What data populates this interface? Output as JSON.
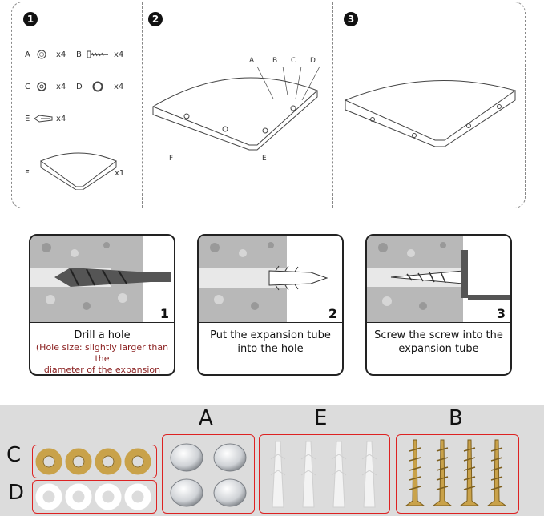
{
  "steps": {
    "step1_num": "1",
    "step2_num": "2",
    "step3_num": "3",
    "parts": [
      {
        "letter": "A",
        "qty": "x4"
      },
      {
        "letter": "B",
        "qty": "x4"
      },
      {
        "letter": "C",
        "qty": "x4"
      },
      {
        "letter": "D",
        "qty": "x4"
      },
      {
        "letter": "E",
        "qty": "x4"
      },
      {
        "letter": "F",
        "qty": "x1"
      }
    ],
    "step2_labels": [
      "A",
      "B",
      "C",
      "D",
      "F",
      "E"
    ]
  },
  "cards": [
    {
      "num": "1",
      "caption": "Drill a hole",
      "note1": "(Hole size: slightly larger than the",
      "note2": "diameter of the expansion tube.)"
    },
    {
      "num": "2",
      "caption1": "Put the expansion tube",
      "caption2": "into the hole"
    },
    {
      "num": "3",
      "caption1": "Screw the screw into the",
      "caption2": "expansion tube"
    }
  ],
  "bottom": {
    "label_c": "C",
    "label_d": "D",
    "label_a": "A",
    "label_e": "E",
    "label_b": "B"
  },
  "colors": {
    "accent_red": "#d22222",
    "note_red": "#8a1f1f",
    "brass": "#c9a24a"
  }
}
